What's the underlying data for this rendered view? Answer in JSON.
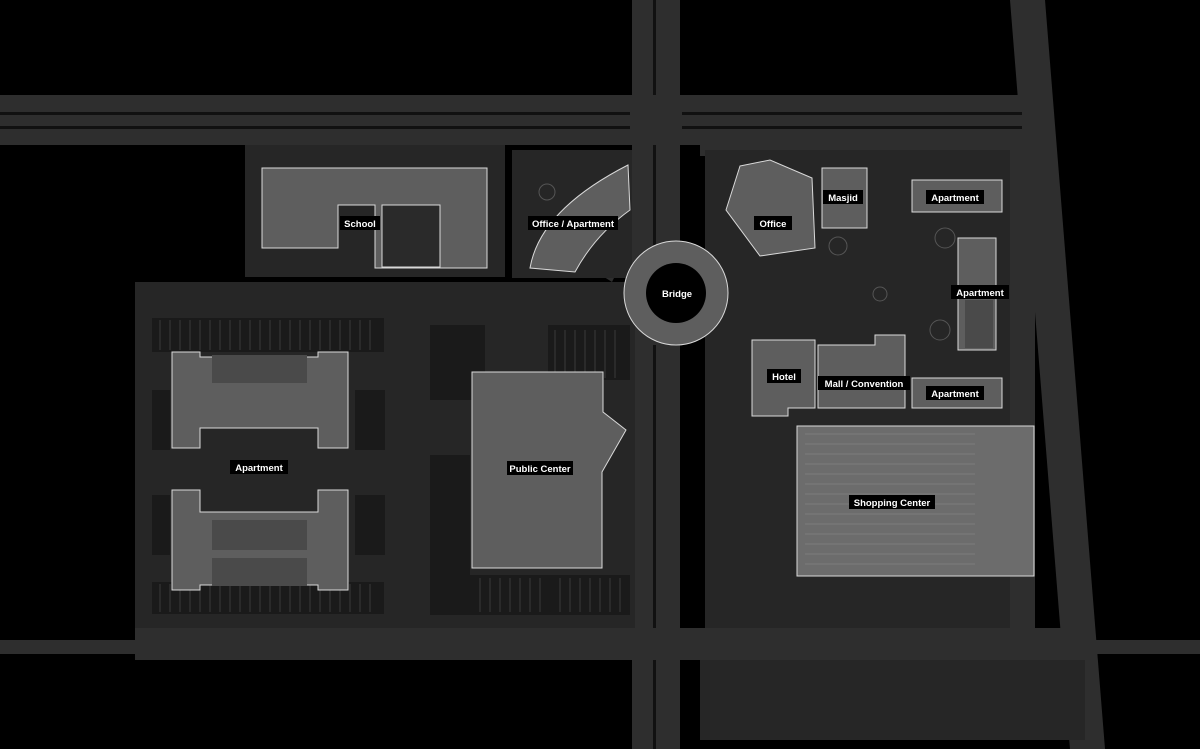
{
  "map": {
    "colors": {
      "background": "#000000",
      "road": "#2e2e2e",
      "block": "#262626",
      "building": "#5e5e5e",
      "building_light": "#6c6c6c",
      "outline": "#d9d9d9",
      "label_bg": "#000000",
      "label_text": "#ffffff"
    },
    "labels": {
      "school": "School",
      "office_apartment": "Office / Apartment",
      "office": "Office",
      "masjid": "Masjid",
      "apartment_ne": "Apartment",
      "apartment_e": "Apartment",
      "bridge": "Bridge",
      "hotel": "Hotel",
      "mall_convention": "Mall / Convention",
      "apartment_se": "Apartment",
      "apartment_w": "Apartment",
      "public_center": "Public Center",
      "shopping_center": "Shopping Center"
    }
  }
}
